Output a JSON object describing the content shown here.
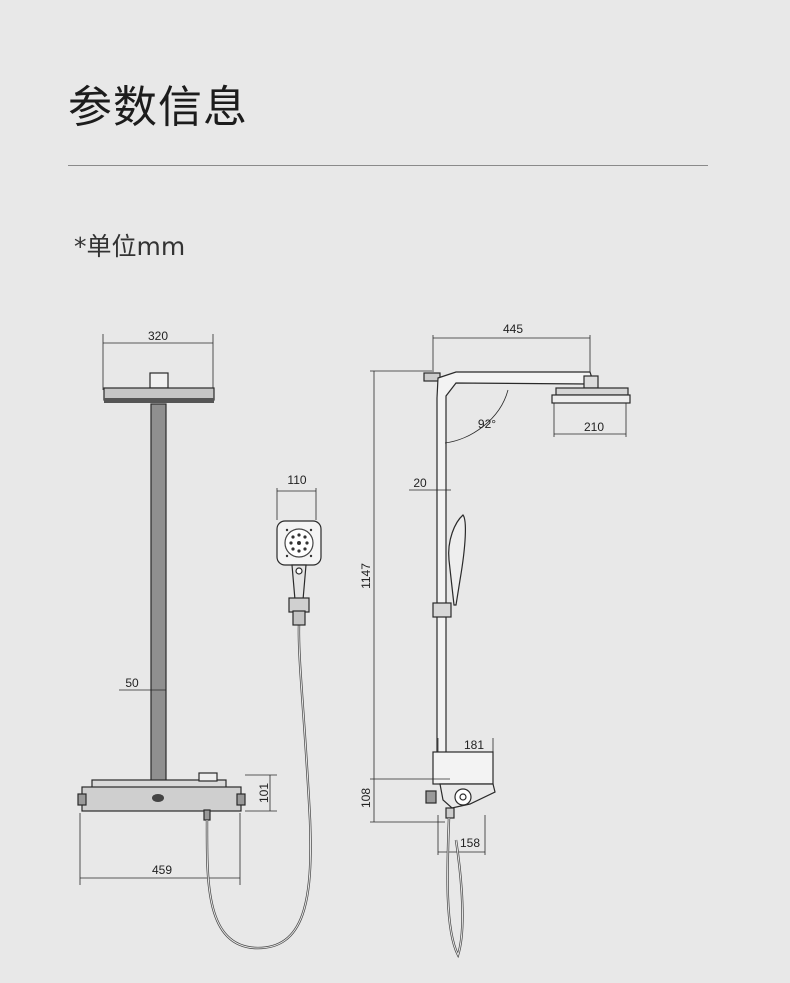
{
  "header": {
    "title": "参数信息",
    "unit_note": "*单位mm"
  },
  "dimensions": {
    "head_width": "320",
    "handset_width": "110",
    "pipe_width": "50",
    "console_height": "101",
    "console_width": "459",
    "arm_length": "445",
    "arm_angle": "92°",
    "head_diameter": "210",
    "pipe_offset": "20",
    "total_height": "1147",
    "shelf_depth": "181",
    "valve_height": "108",
    "valve_depth": "158"
  }
}
